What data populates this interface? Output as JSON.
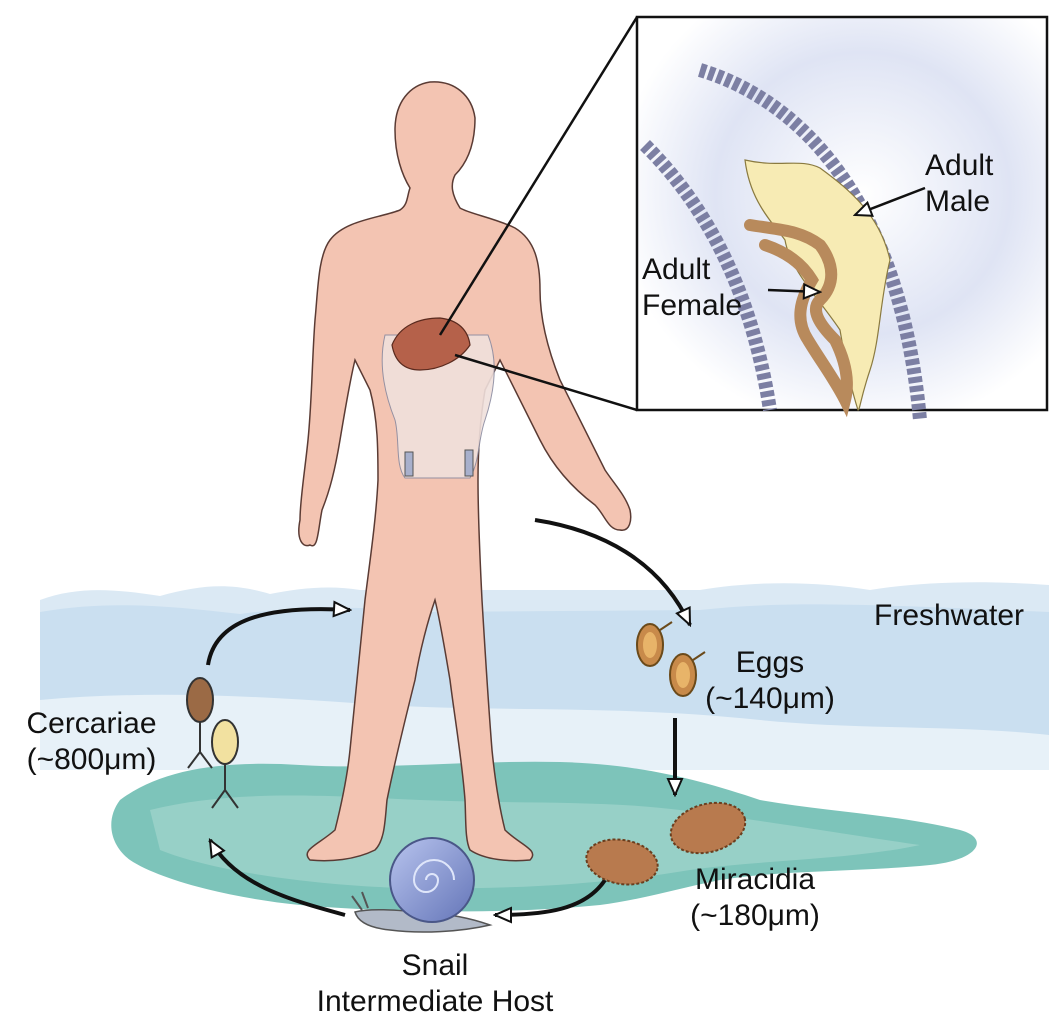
{
  "colors": {
    "water_light": "#cfe3f1",
    "water_teal": "#5fb3a8",
    "skin": "#f3c4b2",
    "inset_worm_male": "#f7ebb4",
    "inset_worm_female": "#b88a5c",
    "vessel": "#7c7fa3",
    "snail_shell": "#8fa0d6",
    "liver": "#b5614a"
  },
  "icons": [
    "human-body-icon",
    "liver-icon",
    "intestine-icon",
    "snail-icon",
    "egg-icon",
    "miracidium-icon",
    "cercaria-icon"
  ],
  "labels": {
    "adult_male_line1": "Adult",
    "adult_male_line2": "Male",
    "adult_female_line1": "Adult",
    "adult_female_line2": "Female",
    "freshwater": "Freshwater",
    "eggs_line1": "Eggs",
    "eggs_line2": "(~140μm)",
    "cercariae_line1": "Cercariae",
    "cercariae_line2": "(~800μm)",
    "miracidia_line1": "Miracidia",
    "miracidia_line2": "(~180μm)",
    "snail_line1": "Snail",
    "snail_line2": "Intermediate Host"
  }
}
